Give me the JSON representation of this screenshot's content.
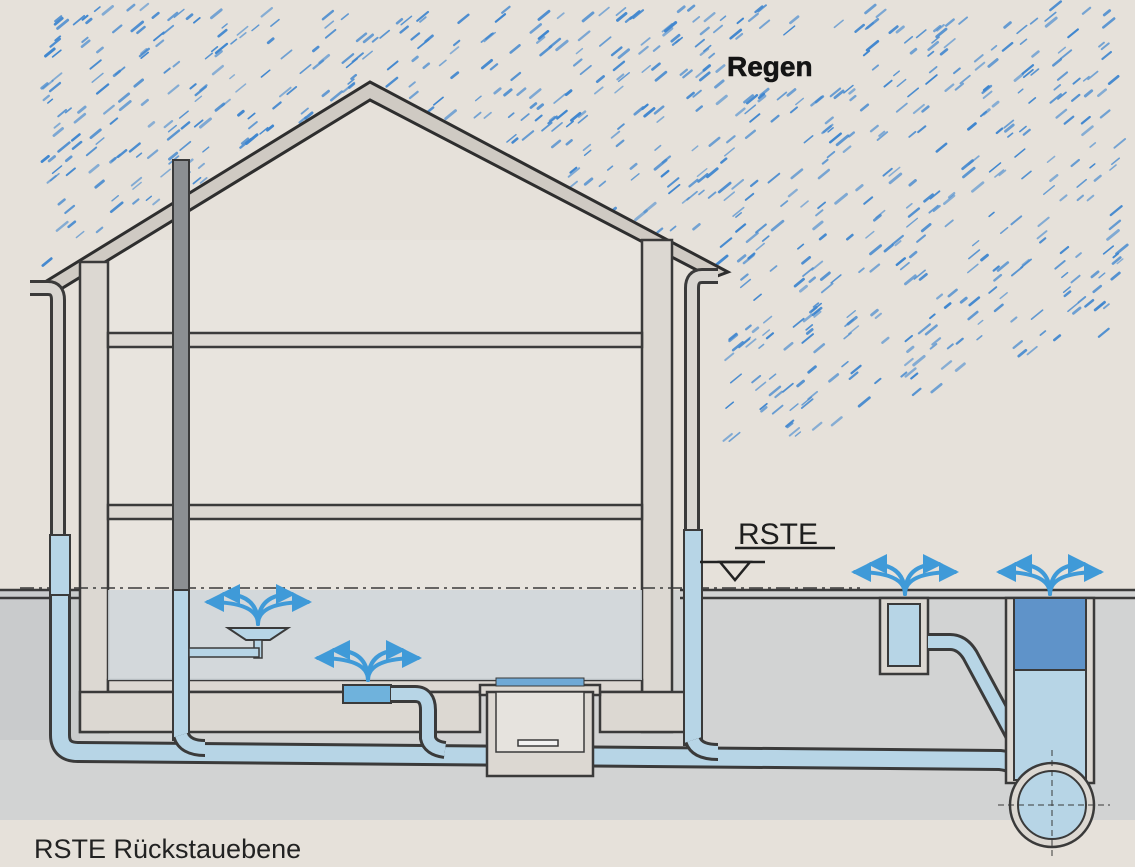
{
  "diagram": {
    "rain_label": "Regen",
    "level_label": "RSTE",
    "legend": "RSTE Rückstauebene"
  },
  "colors": {
    "background": "#e6e1da",
    "rain": "#3f86cf",
    "water": "#b7d5e6",
    "wall": "#dcd8d2",
    "outline": "#3a3a3a",
    "ground_fill": "#d2d3d3"
  },
  "icons": {
    "level_marker": "triangle-down",
    "overflow_arrows": "arrow"
  }
}
